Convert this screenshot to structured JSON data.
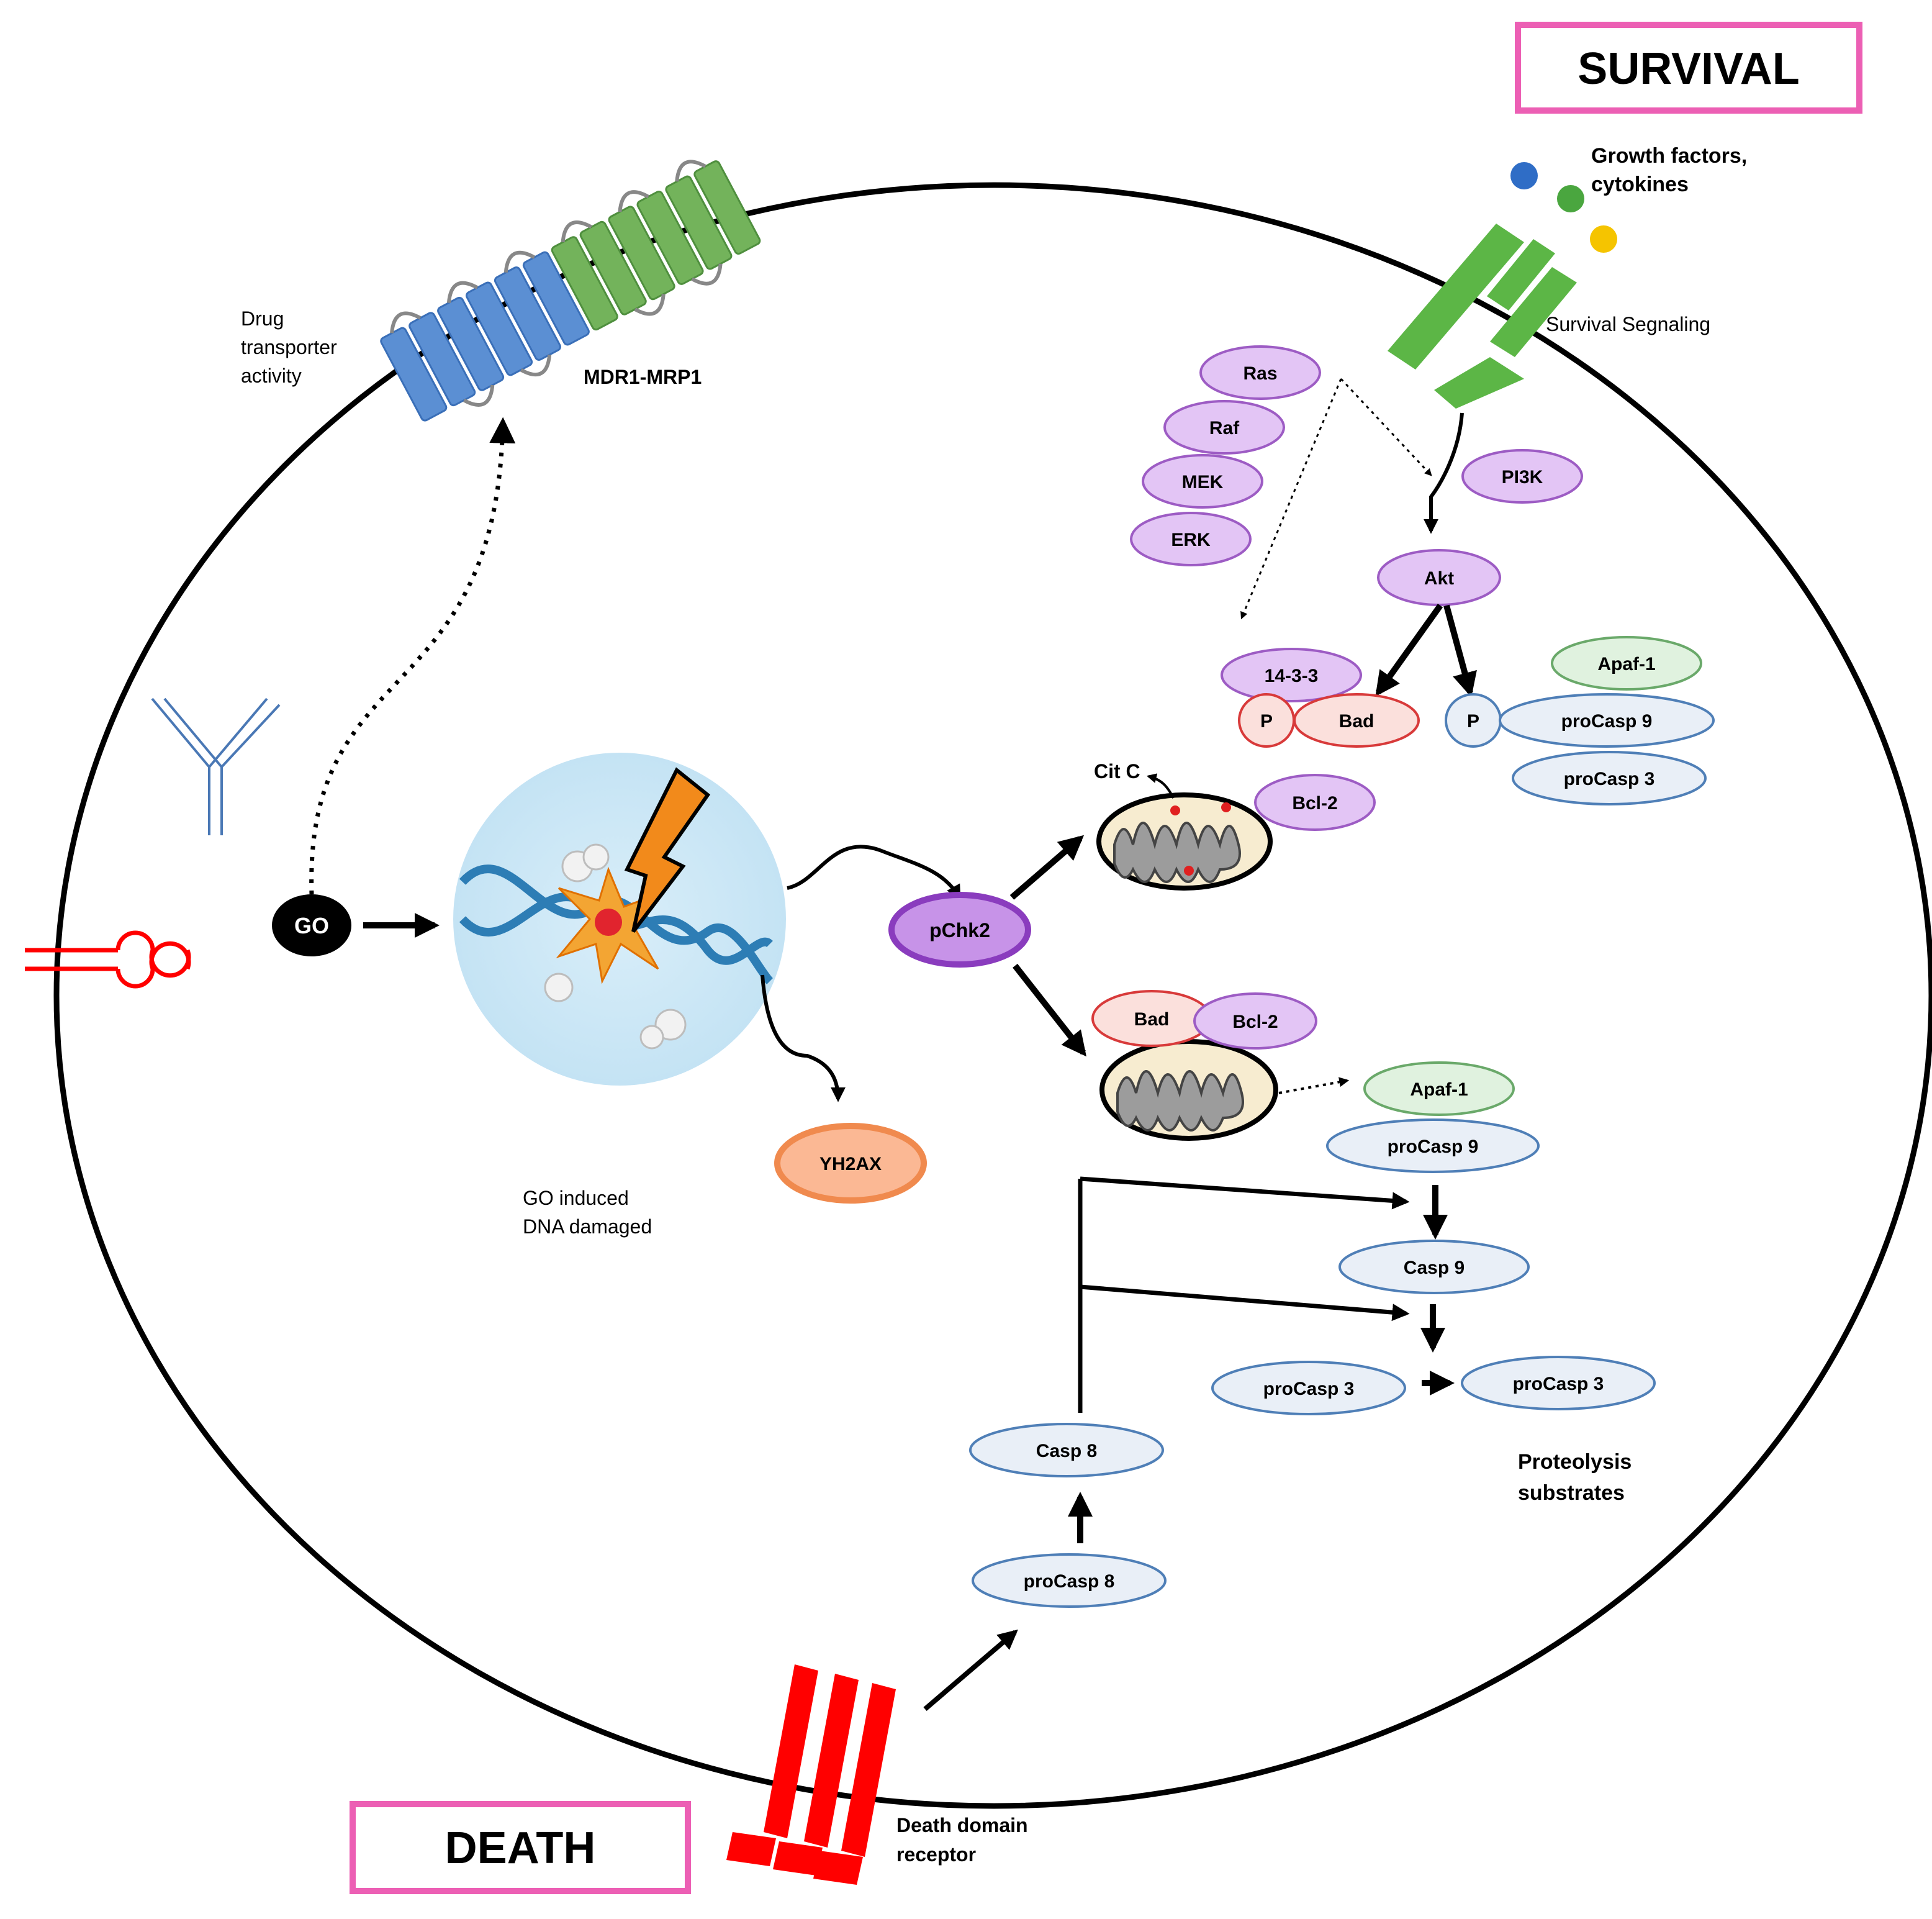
{
  "boxes": {
    "survival": "SURVIVAL",
    "death": "DEATH"
  },
  "labels": {
    "growth_factors_1": "Growth factors,",
    "growth_factors_2": "cytokines",
    "survival_signaling": "Survival Segnaling",
    "drug_transporter_1": "Drug",
    "drug_transporter_2": "transporter",
    "drug_transporter_3": "activity",
    "mdr1_mrp1": "MDR1-MRP1",
    "go_damage_1": "GO induced",
    "go_damage_2": "DNA damaged",
    "cit_c": "Cit C",
    "proteolysis_1": "Proteolysis",
    "proteolysis_2": "substrates",
    "death_receptor_1": "Death domain",
    "death_receptor_2": "receptor"
  },
  "nodes": {
    "go": "GO",
    "ras": "Ras",
    "raf": "Raf",
    "mek": "MEK",
    "erk": "ERK",
    "pi3k": "PI3K",
    "akt": "Akt",
    "n1433": "14-3-3",
    "p_left": "P",
    "bad_top": "Bad",
    "p_right": "P",
    "apaf1_top": "Apaf-1",
    "procasp9_top": "proCasp 9",
    "procasp3_top": "proCasp 3",
    "bcl2_top": "Bcl-2",
    "pchk2": "pChk2",
    "yh2ax": "YH2AX",
    "bad_mid": "Bad",
    "bcl2_mid": "Bcl-2",
    "apaf1_mid": "Apaf-1",
    "procasp9_mid": "proCasp 9",
    "casp9": "Casp 9",
    "procasp3_left": "proCasp 3",
    "procasp3_right": "proCasp 3",
    "casp8": "Casp 8",
    "procasp8": "proCasp 8"
  },
  "colors": {
    "cell_outline": "#000000",
    "box_border": "#ec5fb4",
    "purple_fill": "#e3c5f5",
    "purple_stroke": "#9d5cc4",
    "pchk2_fill": "#c793e8",
    "pchk2_stroke": "#8a3cbe",
    "red_fill": "#fbe0dc",
    "red_stroke": "#d83a3a",
    "green_fill": "#e0f2df",
    "green_stroke": "#6aa96a",
    "blue_fill": "#e9eff7",
    "blue_stroke": "#4f7fb7",
    "orange_fill": "#fbb894",
    "orange_stroke": "#f08a4e",
    "receptor_green": "#5cb646",
    "transporter_blue": "#5b8fd3",
    "transporter_green": "#73b35b",
    "death_receptor_red": "#ff0000",
    "dna_blue": "#2d7db5"
  }
}
